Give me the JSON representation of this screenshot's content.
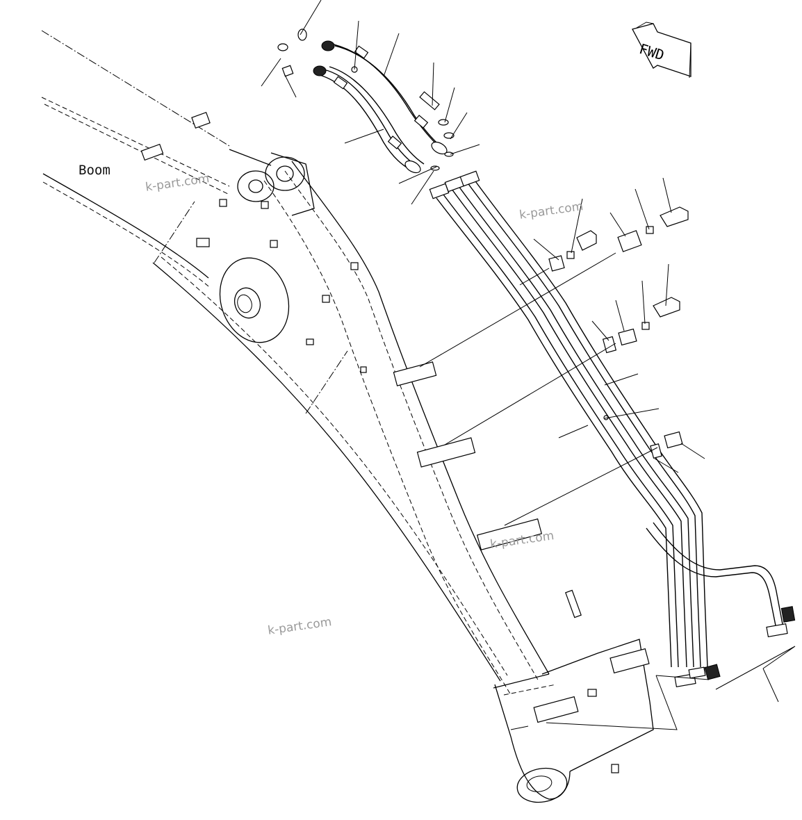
{
  "labels": {
    "component": "Boom",
    "direction": "FWD"
  },
  "watermarks": [
    "k-part.com",
    "k-part.com",
    "k-part.com",
    "k-part.com"
  ]
}
